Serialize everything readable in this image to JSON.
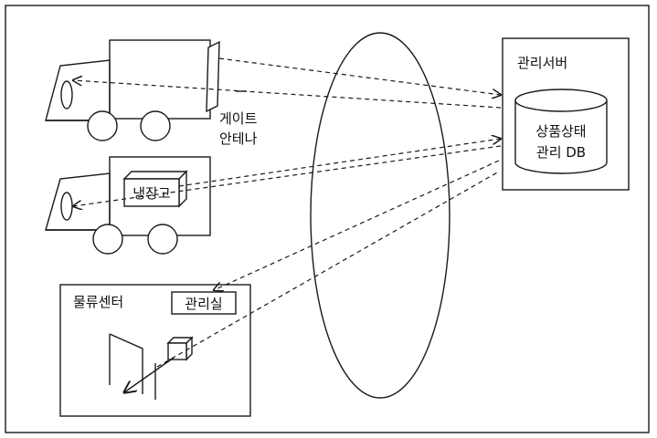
{
  "labels": {
    "management_server": "관리서버",
    "db_line1": "상품상태",
    "db_line2": "관리 DB",
    "gate_antenna_line1": "게이트",
    "gate_antenna_line2": "안테나",
    "refrigerator": "냉장고",
    "logistics_center": "물류센터",
    "management_room": "관리실"
  }
}
